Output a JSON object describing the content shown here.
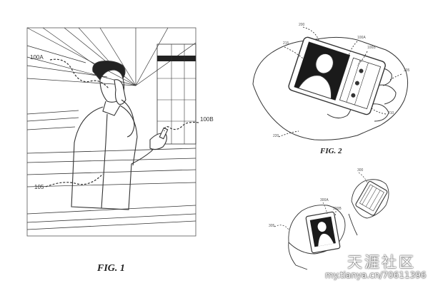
{
  "figures": {
    "fig1": {
      "caption": "FIG. 1",
      "labels": {
        "ref_100a": "100A",
        "ref_100b": "100B",
        "ref_105": "105"
      }
    },
    "fig2": {
      "caption": "FIG. 2",
      "labels": {
        "ref_200": "200",
        "ref_215": "215",
        "ref_100a": "100A",
        "ref_100b": "100B",
        "ref_205": "205",
        "ref_210": "210",
        "ref_220": "220"
      }
    },
    "fig3": {
      "labels": {
        "ref_305": "305",
        "ref_300": "300",
        "ref_300a": "300A",
        "ref_300b": "300B"
      }
    }
  },
  "watermark": {
    "site_name": "天涯社区",
    "url": "my.tianya.cn/70611396"
  },
  "colors": {
    "line": "#333333",
    "watermark": "#ffffff"
  }
}
